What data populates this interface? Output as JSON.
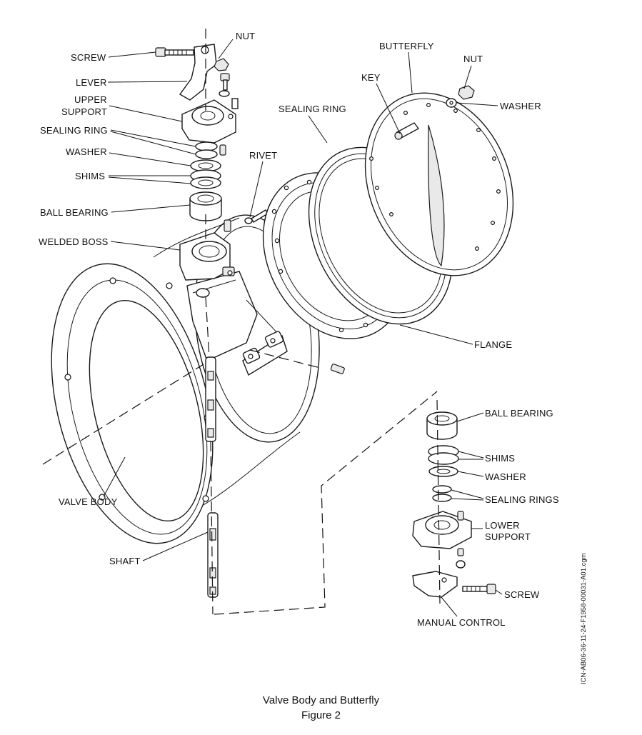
{
  "labels": {
    "nut_top": "NUT",
    "screw_top": "SCREW",
    "lever": "LEVER",
    "upper_support_1": "UPPER",
    "upper_support_2": "SUPPORT",
    "sealing_ring_left": "SEALING RING",
    "washer_left": "WASHER",
    "shims_left": "SHIMS",
    "ball_bearing_left": "BALL BEARING",
    "welded_boss": "WELDED BOSS",
    "rivet": "RIVET",
    "sealing_ring_mid": "SEALING RING",
    "key": "KEY",
    "butterfly": "BUTTERFLY",
    "nut_right": "NUT",
    "washer_right": "WASHER",
    "flange": "FLANGE",
    "valve_body": "VALVE BODY",
    "shaft": "SHAFT",
    "ball_bearing_right": "BALL BEARING",
    "shims_right": "SHIMS",
    "washer_lower": "WASHER",
    "sealing_rings_lower": "SEALING RINGS",
    "lower_support_1": "LOWER",
    "lower_support_2": "SUPPORT",
    "screw_lower": "SCREW",
    "manual_control": "MANUAL CONTROL"
  },
  "caption": {
    "title": "Valve Body and Butterfly",
    "figure": "Figure 2"
  },
  "icn": "ICN-AB06-36-11-24-F1958-00031-A01.cgm"
}
